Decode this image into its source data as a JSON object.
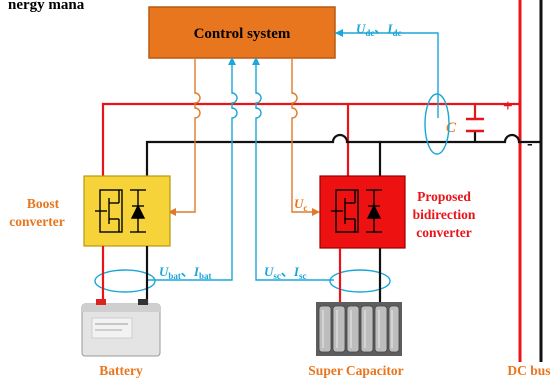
{
  "colors": {
    "control_box": "#E8761E",
    "control_box_stroke": "#B85A10",
    "boost_box": "#F7D33A",
    "boost_box_stroke": "#B89A10",
    "proposed_box": "#EE1111",
    "proposed_box_stroke": "#9A0000",
    "positive_rail": "#E8141A",
    "negative_rail": "#111111",
    "signal_orange": "#E07A2A",
    "signal_blue": "#1AA6D8",
    "label_orange": "#E8761E",
    "label_red": "#E8141A",
    "label_blue": "#1AA6D8"
  },
  "top_caption": "nergy mana",
  "control_system": {
    "label": "Control system"
  },
  "dc_measure": {
    "u": "U",
    "u_sub": "dc",
    "sep": "、",
    "i": "I",
    "i_sub": "dc"
  },
  "bus_signs": {
    "plus": "+",
    "minus": "-"
  },
  "capacitor": {
    "label": "C"
  },
  "boost": {
    "line1": "Boost",
    "line2": "converter"
  },
  "proposed": {
    "line1": "Proposed",
    "line2": "bidirection",
    "line3": "converter"
  },
  "uc": {
    "u": "U",
    "u_sub": "c"
  },
  "bat_measure": {
    "u": "U",
    "u_sub": "bat",
    "sep": "、",
    "i": "I",
    "i_sub": "bat"
  },
  "sc_measure": {
    "u": "U",
    "u_sub": "sc",
    "sep": "、",
    "i": "I",
    "i_sub": "sc"
  },
  "battery": {
    "label": "Battery"
  },
  "supercap": {
    "label": "Super Capacitor"
  },
  "dc_bus": {
    "label": "DC bus"
  }
}
